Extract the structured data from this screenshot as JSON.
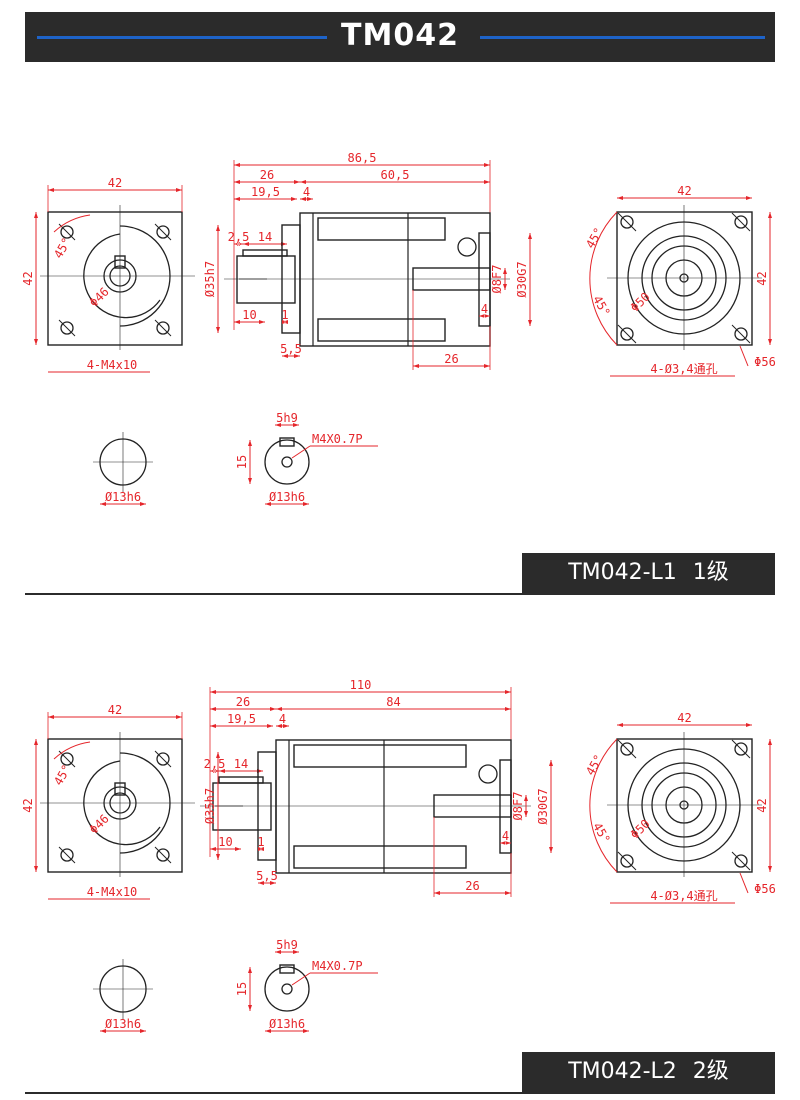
{
  "header": {
    "title": "TM042",
    "accent_color": "#1e63c8"
  },
  "colors": {
    "dimension": "#e5262b",
    "outline": "#222222"
  },
  "sections": [
    {
      "label": "TM042-L1",
      "stage": "1级",
      "front": {
        "width": "42",
        "height": "42",
        "angle": "45°",
        "pcd": "Φ46",
        "holes": "4-M4x10"
      },
      "side": {
        "total": "86,5",
        "input_len": "26",
        "body_len": "60,5",
        "shaft_len": "19,5",
        "flange": "4",
        "key_offset": "2,5",
        "key_len": "14",
        "pilot_dia": "Ø35h7",
        "thread_depth": "10",
        "step": "1",
        "pilot_len": "5,5",
        "bore_dia": "Ø8F7",
        "input_pilot": "Ø30G7",
        "bore_step": "4",
        "bore_len": "26"
      },
      "rear": {
        "width": "42",
        "height": "42",
        "angle1": "45°",
        "angle2": "45°",
        "pcd": "Φ50",
        "holes": "4-Ø3,4通孔",
        "outer": "Φ56"
      },
      "shaft": {
        "dia_plain": "Ø13h6",
        "key_width": "5h9",
        "key_height": "15",
        "thread": "M4X0.7P",
        "dia_keyed": "Ø13h6"
      }
    },
    {
      "label": "TM042-L2",
      "stage": "2级",
      "front": {
        "width": "42",
        "height": "42",
        "angle": "45°",
        "pcd": "Φ46",
        "holes": "4-M4x10"
      },
      "side": {
        "total": "110",
        "input_len": "26",
        "body_len": "84",
        "shaft_len": "19,5",
        "flange": "4",
        "key_offset": "2,5",
        "key_len": "14",
        "pilot_dia": "Ø35h7",
        "thread_depth": "10",
        "step": "1",
        "pilot_len": "5,5",
        "bore_dia": "Ø8F7",
        "input_pilot": "Ø30G7",
        "bore_step": "4",
        "bore_len": "26"
      },
      "rear": {
        "width": "42",
        "height": "42",
        "angle1": "45°",
        "angle2": "45°",
        "pcd": "Φ50",
        "holes": "4-Ø3,4通孔",
        "outer": "Φ56"
      },
      "shaft": {
        "dia_plain": "Ø13h6",
        "key_width": "5h9",
        "key_height": "15",
        "thread": "M4X0.7P",
        "dia_keyed": "Ø13h6"
      }
    }
  ]
}
